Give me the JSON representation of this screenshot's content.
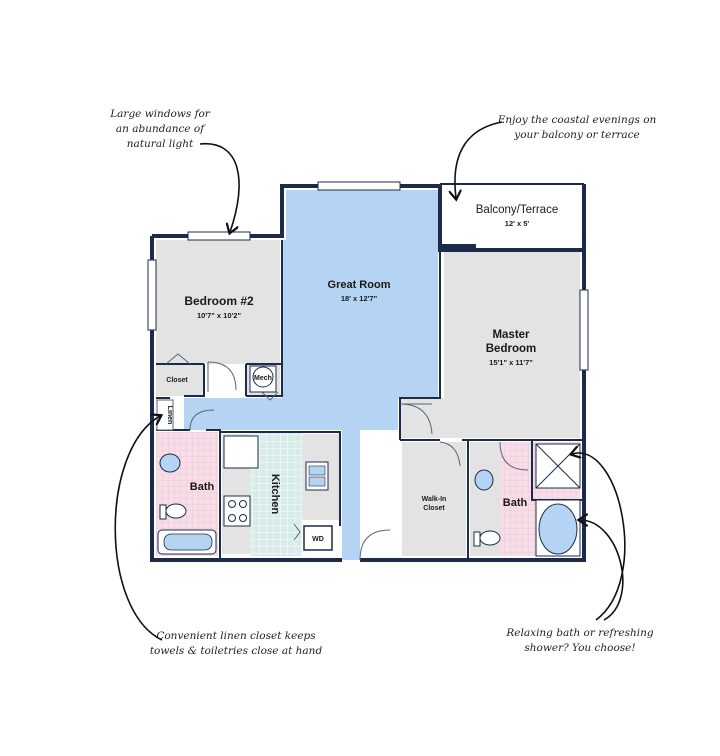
{
  "rooms": {
    "bedroom2": {
      "name": "Bedroom #2",
      "dims": "10'7\" x 10'2\""
    },
    "great_room": {
      "name": "Great Room",
      "dims": "18' x 12'7\""
    },
    "balcony": {
      "name": "Balcony/Terrace",
      "dims": "12' x 5'"
    },
    "master": {
      "name_line1": "Master",
      "name_line2": "Bedroom",
      "dims": "15'1\" x 11'7\""
    },
    "closet": {
      "name": "Closet"
    },
    "mech": {
      "name": "Mech"
    },
    "linen": {
      "name": "Linen"
    },
    "bath1": {
      "name": "Bath"
    },
    "kitchen": {
      "name": "Kitchen"
    },
    "wd": {
      "name": "WD"
    },
    "walkin": {
      "name_line1": "Walk-In",
      "name_line2": "Closet"
    },
    "bath2": {
      "name": "Bath"
    }
  },
  "callouts": {
    "windows": [
      "Large windows for",
      "an abundance of",
      "natural light"
    ],
    "balcony": [
      "Enjoy the coastal evenings on",
      "your balcony or terrace"
    ],
    "linen": [
      "Convenient linen closet keeps",
      "towels & toiletries close at hand"
    ],
    "bath": [
      "Relaxing bath or refreshing",
      "shower? You choose!"
    ]
  },
  "colors": {
    "wall": "#1c2b4a",
    "great_room": "#b5d3f2",
    "bedroom": "#e3e3e3",
    "bath_tile": "#f4d9e4",
    "kitchen_tile": "#cde6e2",
    "fixture": "#b5d3f2"
  }
}
